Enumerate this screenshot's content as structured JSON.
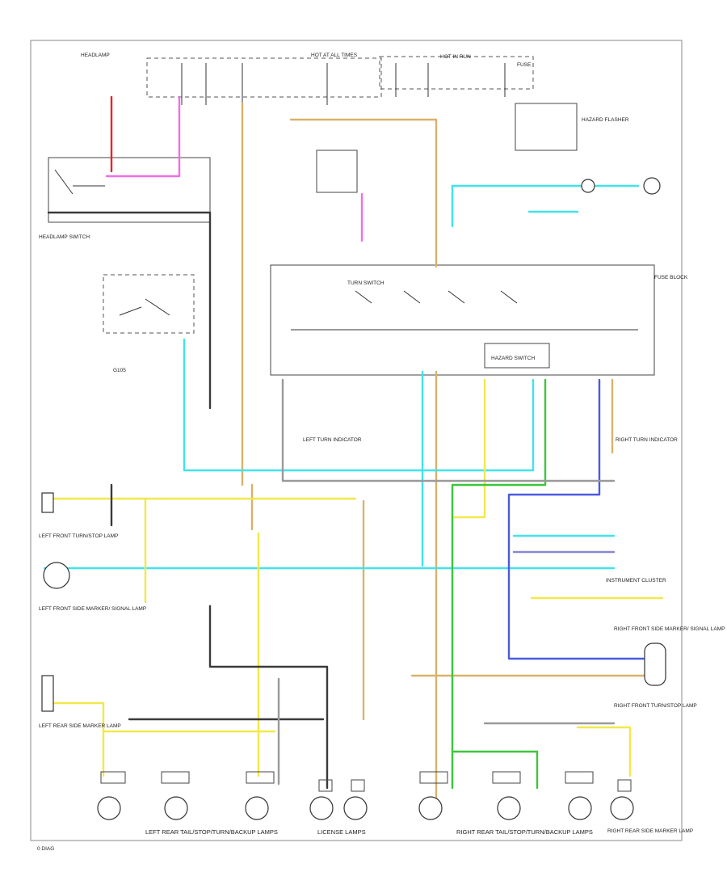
{
  "diagram_labels": {
    "left_front_turn": "LEFT FRONT TURN/STOP LAMP",
    "left_front_side_marker": "LEFT FRONT SIDE MARKER/ SIGNAL LAMP",
    "right_front_turn": "RIGHT FRONT TURN/STOP LAMP",
    "right_front_side_marker": "RIGHT FRONT SIDE MARKER/ SIGNAL LAMP",
    "left_rear_lamps": "LEFT REAR TAIL/STOP/TURN/BACKUP LAMPS",
    "license_lamps": "LICENSE LAMPS",
    "right_rear_lamps": "RIGHT REAR TAIL/STOP/TURN/BACKUP LAMPS",
    "right_rear_marker": "RIGHT REAR SIDE MARKER LAMP",
    "left_rear_marker": "LEFT REAR SIDE MARKER LAMP",
    "turn_switch": "TURN SWITCH",
    "hazard_switch": "HAZARD SWITCH",
    "left_indicator": "LEFT TURN INDICATOR",
    "right_indicator": "RIGHT TURN INDICATOR",
    "instrument_cluster": "INSTRUMENT CLUSTER",
    "fuse_block": "FUSE BLOCK",
    "headlamp_switch": "HEADLAMP SWITCH",
    "flasher": "HAZARD FLASHER",
    "ground": "G105",
    "footer": "0 DIAG"
  },
  "colors": {
    "red": "#e8232a",
    "pink": "#f06ee6",
    "tan": "#d9b26a",
    "cyan": "#3fe4ea",
    "yellow": "#f2e84a",
    "green": "#3cc63c",
    "blue": "#4a5be0",
    "violet": "#8a86d8",
    "gray": "#9a9a9a",
    "black": "#3a3a3a",
    "border": "#888888"
  }
}
